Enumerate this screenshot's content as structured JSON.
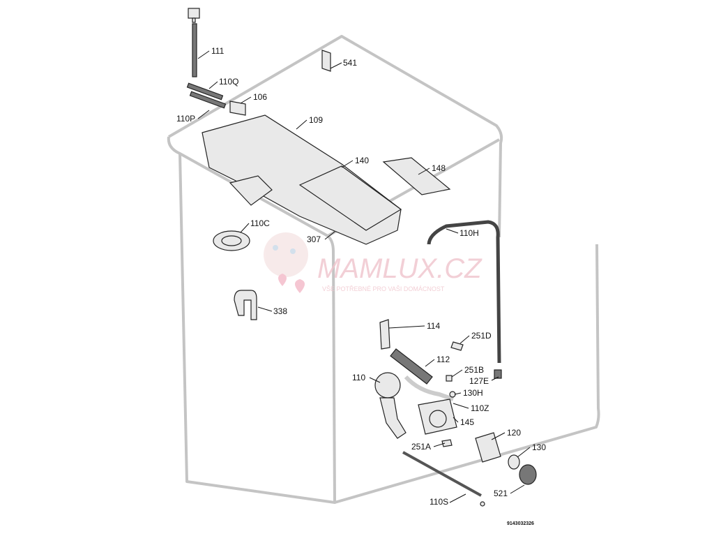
{
  "diagram": {
    "drawing_number": "9143032326",
    "watermark": {
      "brand": "MAMLUX.CZ",
      "tagline": "VŠE POTŘEBNÉ PRO VAŠI DOMÁCNOST"
    },
    "parts": [
      {
        "ref": "111"
      },
      {
        "ref": "541"
      },
      {
        "ref": "110Q"
      },
      {
        "ref": "106"
      },
      {
        "ref": "110P"
      },
      {
        "ref": "109"
      },
      {
        "ref": "140"
      },
      {
        "ref": "148"
      },
      {
        "ref": "110C"
      },
      {
        "ref": "110H"
      },
      {
        "ref": "307"
      },
      {
        "ref": "338"
      },
      {
        "ref": "114"
      },
      {
        "ref": "251D"
      },
      {
        "ref": "112"
      },
      {
        "ref": "251B"
      },
      {
        "ref": "127E"
      },
      {
        "ref": "110"
      },
      {
        "ref": "130H"
      },
      {
        "ref": "110Z"
      },
      {
        "ref": "145"
      },
      {
        "ref": "120"
      },
      {
        "ref": "130"
      },
      {
        "ref": "251A"
      },
      {
        "ref": "521"
      },
      {
        "ref": "110S"
      }
    ]
  }
}
